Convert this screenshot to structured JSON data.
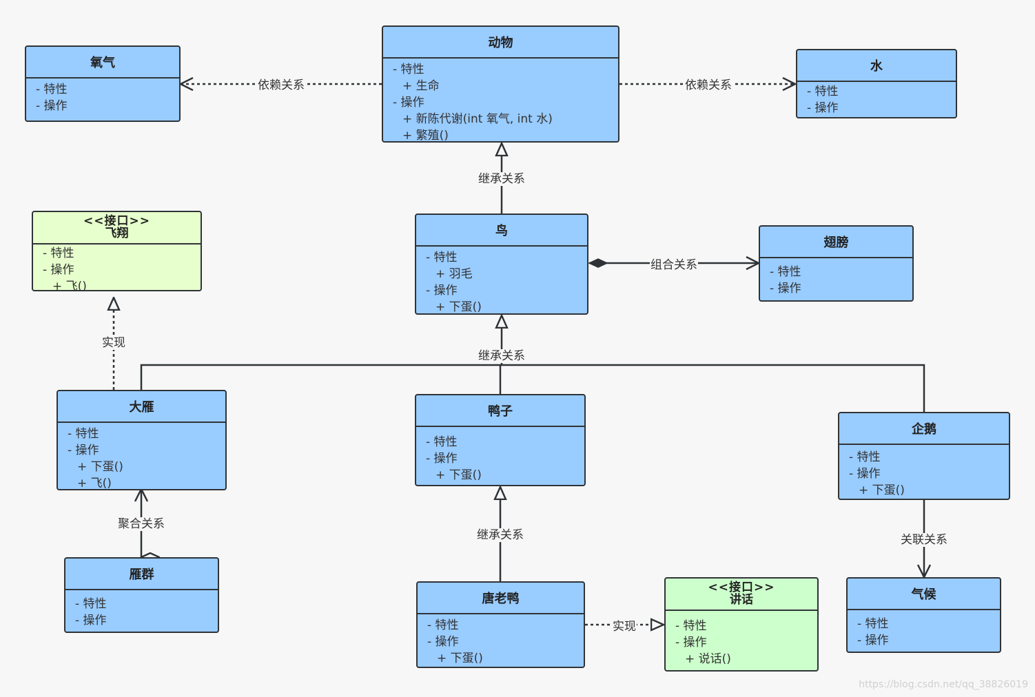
{
  "classes": {
    "animal": {
      "name": "动物",
      "members": [
        "- 特性",
        "+ 生命",
        "- 操作",
        "+ 新陈代谢(int 氧气,   int 水)",
        "+ 繁殖()"
      ]
    },
    "oxygen": {
      "name": "氧气",
      "members": [
        "- 特性",
        "- 操作"
      ]
    },
    "water": {
      "name": "水",
      "members": [
        "- 特性",
        "- 操作"
      ]
    },
    "bird": {
      "name": "鸟",
      "members": [
        "- 特性",
        "+ 羽毛",
        "- 操作",
        "+ 下蛋()"
      ]
    },
    "wing": {
      "name": "翅膀",
      "members": [
        "- 特性",
        "- 操作"
      ]
    },
    "fly": {
      "stereotype": "<<接口>>",
      "name": "飞翔",
      "members": [
        "- 特性",
        "- 操作",
        "+ 飞()"
      ]
    },
    "goose": {
      "name": "大雁",
      "members": [
        "- 特性",
        "- 操作",
        "+ 下蛋()",
        "+ 飞()"
      ]
    },
    "duck": {
      "name": "鸭子",
      "members": [
        "- 特性",
        "- 操作",
        "+ 下蛋()"
      ]
    },
    "penguin": {
      "name": "企鹅",
      "members": [
        "- 特性",
        "- 操作",
        "+ 下蛋()"
      ]
    },
    "goose_flock": {
      "name": "雁群",
      "members": [
        "- 特性",
        "- 操作"
      ]
    },
    "donald": {
      "name": "唐老鸭",
      "members": [
        "- 特性",
        "- 操作",
        "+ 下蛋()"
      ]
    },
    "speak": {
      "stereotype": "<<接口>>",
      "name": "讲话",
      "members": [
        "- 特性",
        "- 操作",
        "+ 说话()"
      ]
    },
    "climate": {
      "name": "气候",
      "members": [
        "- 特性",
        "- 操作"
      ]
    }
  },
  "relations": {
    "dep_oxygen": "依赖关系",
    "dep_water": "依赖关系",
    "inherit_bird": "继承关系",
    "composition": "组合关系",
    "realize_fly": "实现",
    "inherit_children": "继承关系",
    "aggregation": "聚合关系",
    "inherit_donald": "继承关系",
    "realize_speak": "实现",
    "association": "关联关系"
  },
  "colors": {
    "class_fill": "#99ccff",
    "iface_fly_fill": "#e6ffcc",
    "iface_speak_fill": "#ccffcc",
    "line": "#2f3337"
  },
  "watermark": "https://blog.csdn.net/qq_38826019"
}
